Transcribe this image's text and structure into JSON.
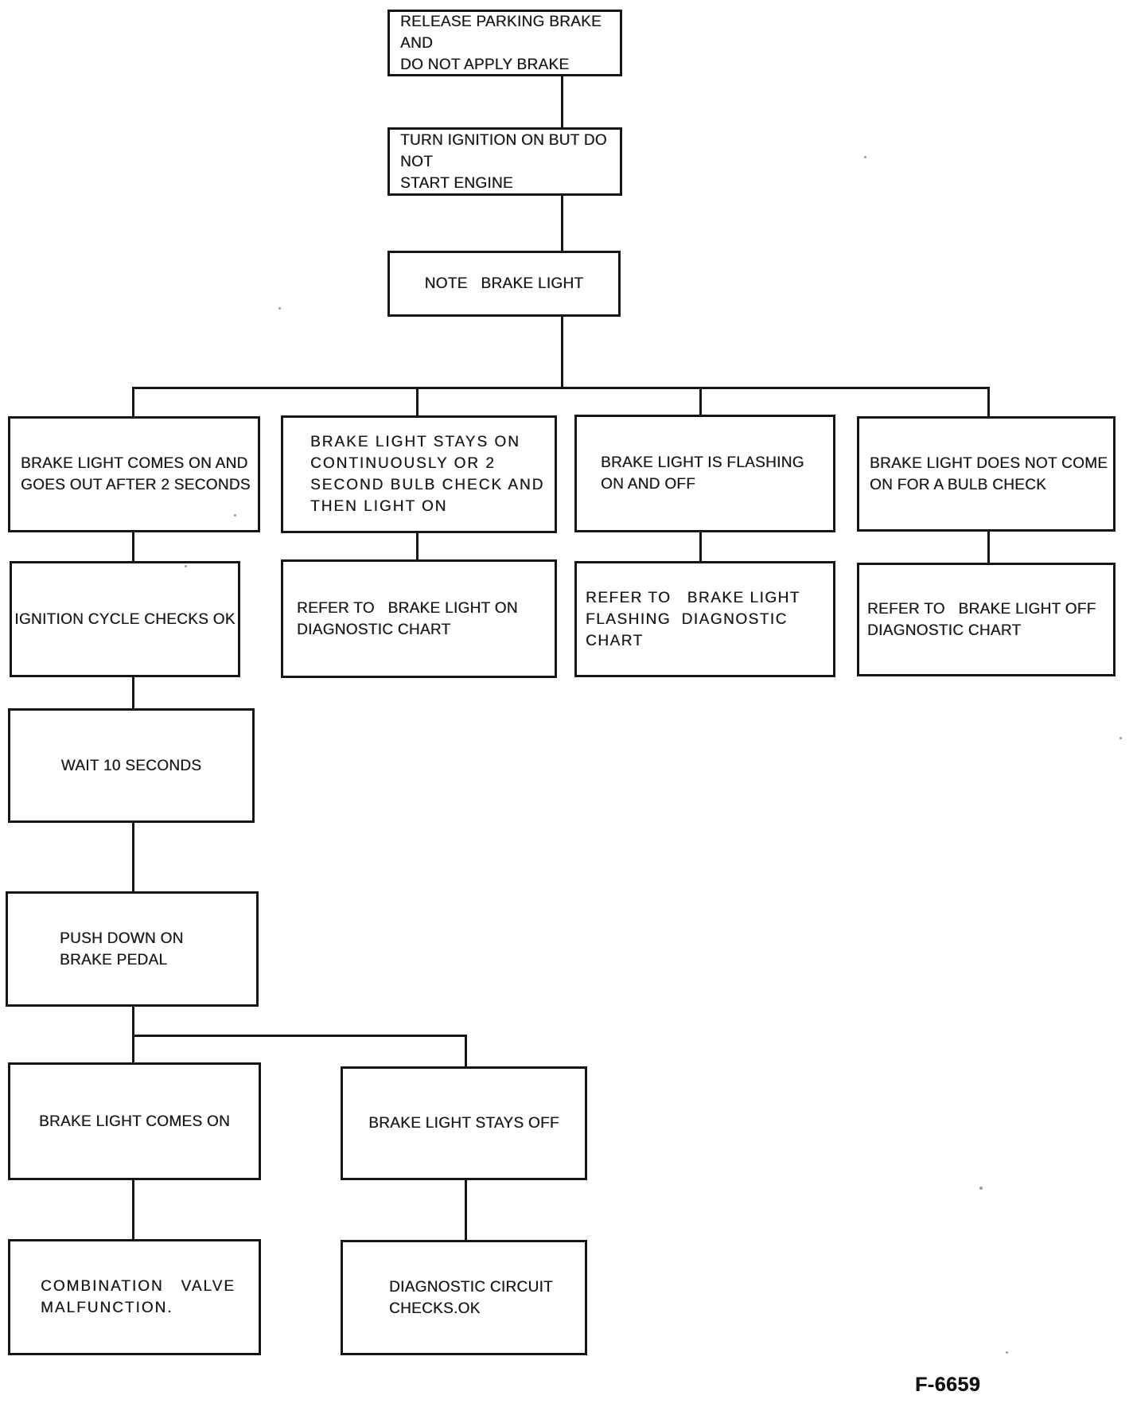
{
  "figure_label": "F-6659",
  "nodes": {
    "release_parking_brake": "RELEASE PARKING BRAKE AND\nDO NOT APPLY BRAKE",
    "turn_ignition_on": "TURN IGNITION ON BUT DO NOT\nSTART ENGINE",
    "note_brake_light": "NOTE   BRAKE LIGHT",
    "cond_comes_on_goes_out": "BRAKE LIGHT COMES ON AND\nGOES OUT AFTER 2 SECONDS",
    "cond_stays_on": "BRAKE LIGHT STAYS ON\nCONTINUOUSLY OR 2\nSECOND BULB CHECK AND\nTHEN LIGHT ON",
    "cond_flashing": "BRAKE LIGHT IS FLASHING\nON AND OFF",
    "cond_no_bulb_check": "BRAKE LIGHT DOES NOT COME\nON FOR A BULB CHECK",
    "result_ignition_cycle_ok": "IGNITION CYCLE CHECKS OK",
    "result_refer_light_on": "REFER TO   BRAKE LIGHT ON\nDIAGNOSTIC CHART",
    "result_refer_flashing": "REFER TO   BRAKE LIGHT\nFLASHING  DIAGNOSTIC CHART",
    "result_refer_light_off": "REFER TO   BRAKE LIGHT OFF\nDIAGNOSTIC CHART",
    "wait_10_seconds": "WAIT 10 SECONDS",
    "push_brake_pedal": "PUSH DOWN ON\nBRAKE PEDAL",
    "brake_light_comes_on": "BRAKE LIGHT COMES ON",
    "brake_light_stays_off": "BRAKE LIGHT STAYS OFF",
    "combination_valve_malfunction": "COMBINATION   VALVE\nMALFUNCTION.",
    "diagnostic_circuit_ok": "DIAGNOSTIC CIRCUIT\nCHECKS.OK"
  }
}
